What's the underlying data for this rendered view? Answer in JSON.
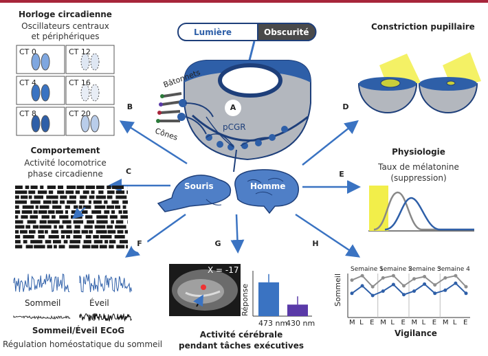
{
  "colors": {
    "accent": "#a7253b",
    "blue": "#3a73c2",
    "lightblue": "#7fa7e0",
    "grey": "#bfc3c9",
    "yellow": "#f2ee4a",
    "dark": "#1e3f7a"
  },
  "switch": {
    "light": "Lumière",
    "dark": "Obscurité"
  },
  "center": {
    "label_a": "A",
    "label_pcgr": "pCGR",
    "rods": "Bâtonnets",
    "cones": "Cônes",
    "mouse": "Souris",
    "human": "Homme"
  },
  "panels": {
    "clock": {
      "title": "Horloge circadienne",
      "subtitle1": "Oscillateurs centraux",
      "subtitle2": "et périphériques",
      "letter": "B",
      "ct": [
        "CT 0",
        "CT 12",
        "CT 4",
        "CT 16",
        "CT 8",
        "CT 20"
      ]
    },
    "behaviour": {
      "title": "Comportement",
      "subtitle1": "Activité locomotrice",
      "subtitle2": "phase circadienne",
      "letter": "C"
    },
    "pupil": {
      "title": "Constriction pupillaire",
      "letter": "D"
    },
    "physio": {
      "title": "Physiologie",
      "subtitle1": "Taux de mélatonine",
      "subtitle2": "(suppression)",
      "letter": "E"
    },
    "sleep": {
      "letter": "F",
      "sleep_label": "Sommeil",
      "wake_label": "Éveil",
      "title": "Sommeil/Éveil ECoG",
      "subtitle": "Régulation homéostatique du sommeil"
    },
    "brain": {
      "letter": "G",
      "coord": "X = -17",
      "ylabel": "Réponse",
      "bars": [
        {
          "label": "473 nm",
          "value": 0.82,
          "color": "#3a73c2"
        },
        {
          "label": "430 nm",
          "value": 0.28,
          "color": "#5a3aa8"
        }
      ],
      "title1": "Activité cérébrale",
      "title2": "pendant tâches exécutives"
    },
    "vigilance": {
      "letter": "H",
      "weeks": [
        "Semaine 1",
        "Semaine 2",
        "Semaine 3",
        "Semaine 4"
      ],
      "ylabel": "Sommeil",
      "xticks": [
        "M",
        "L",
        "E",
        "M",
        "L",
        "E",
        "M",
        "L",
        "E",
        "M",
        "L",
        "E"
      ],
      "title": "Vigilance"
    }
  }
}
